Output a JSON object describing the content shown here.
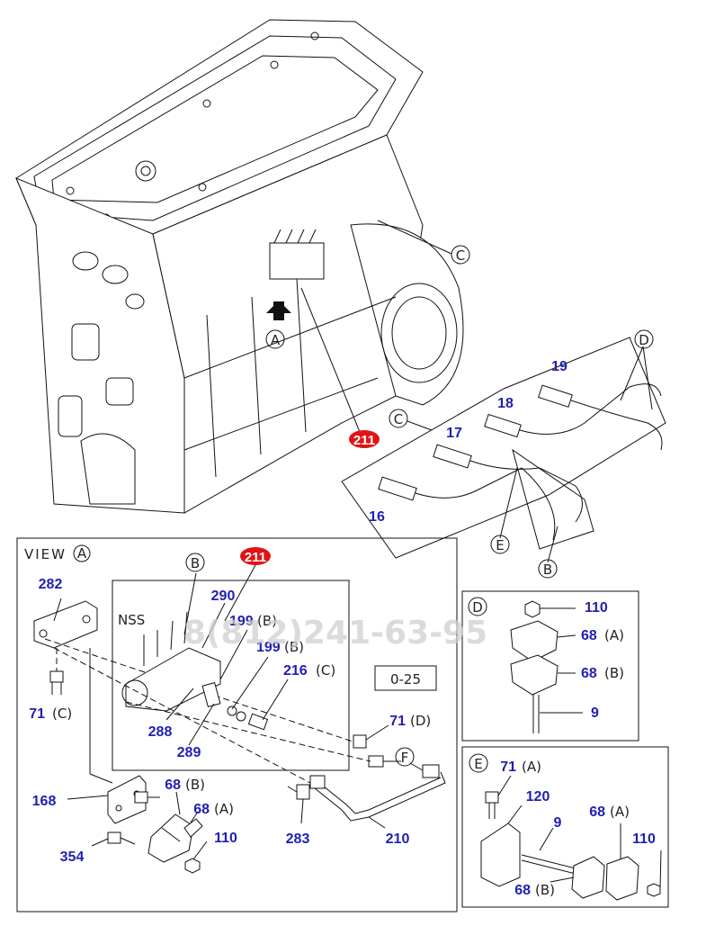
{
  "watermark": "8(812)241-63-95",
  "highlight_part": "211",
  "view_a_title": "VIEW",
  "view_letter": "A",
  "letters": {
    "a": "A",
    "b": "B",
    "c": "C",
    "d": "D",
    "e": "E",
    "f": "F"
  },
  "nss": "NSS",
  "ref_code": "0-25",
  "pipes": {
    "p16": "16",
    "p17": "17",
    "p18": "18",
    "p19": "19"
  },
  "view_a": {
    "p282": "282",
    "p290": "290",
    "p199b_num": "199",
    "p199b_suf": "(B)",
    "p199a_num": "199",
    "p199a_suf": "(B)",
    "p216_num": "216",
    "p216_suf": "(C)",
    "p288": "288",
    "p289": "289",
    "p71c_num": "71",
    "p71c_suf": "(C)",
    "p71d_num": "71",
    "p71d_suf": "(D)",
    "p168": "168",
    "p68b_num": "68",
    "p68b_suf": "(B)",
    "p68a_num": "68",
    "p68a_suf": "(A)",
    "p110": "110",
    "p354": "354",
    "p283": "283",
    "p210": "210"
  },
  "view_d": {
    "p110": "110",
    "p68a_num": "68",
    "p68a_suf": "(A)",
    "p68b_num": "68",
    "p68b_suf": "(B)",
    "p9": "9"
  },
  "view_e": {
    "p71a_num": "71",
    "p71a_suf": "(A)",
    "p120": "120",
    "p9": "9",
    "p68a_num": "68",
    "p68a_suf": "(A)",
    "p110": "110",
    "p68b_num": "68",
    "p68b_suf": "(B)"
  },
  "colors": {
    "label": "#1f1fb4",
    "highlight": "#e01414",
    "line": "#111111"
  }
}
